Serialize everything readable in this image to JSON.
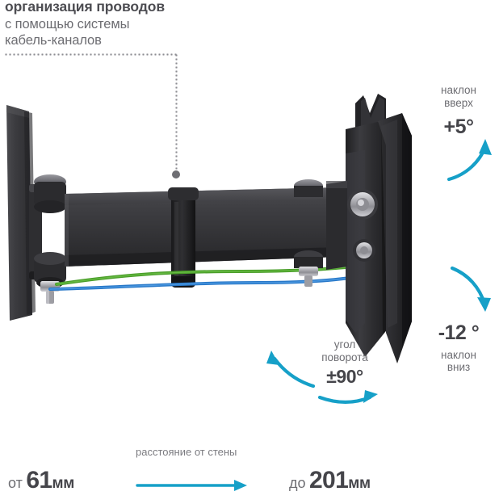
{
  "headline": {
    "line1": "организация проводов",
    "line2": "с помощью системы",
    "line3": "кабель-каналов"
  },
  "annotations": {
    "tilt_up": {
      "caption_line1": "наклон",
      "caption_line2": "вверх",
      "value": "+5°"
    },
    "tilt_down": {
      "value": "-12 °",
      "caption_line1": "наклон",
      "caption_line2": "вниз"
    },
    "swivel": {
      "caption_line1": "угол",
      "caption_line2": "поворота",
      "value": "±90°"
    }
  },
  "distance": {
    "caption": "расстояние от стены",
    "min_prefix": "от",
    "min_value": "61",
    "min_unit": "мм",
    "max_prefix": "до",
    "max_value": "201",
    "max_unit": "мм"
  },
  "colors": {
    "accent": "#16a0c8",
    "text_dark": "#45454a",
    "text_muted": "#6d6d72",
    "cable_green": "#4a9e2a",
    "cable_blue": "#2878c8",
    "bracket_dark": "#2a2a2c",
    "bracket_mid": "#3a3a3d",
    "metal": "#b9b9bd",
    "background": "#ffffff"
  },
  "icons": {
    "tilt_up_arrow": "curved-arrow-up-icon",
    "tilt_down_arrow": "curved-arrow-down-icon",
    "swivel_left_arrow": "curved-arrow-left-icon",
    "swivel_right_arrow": "curved-arrow-right-icon",
    "distance_arrow": "straight-arrow-right-icon",
    "callout_leader": "dotted-leader-icon",
    "callout_dot": "callout-dot-icon"
  }
}
